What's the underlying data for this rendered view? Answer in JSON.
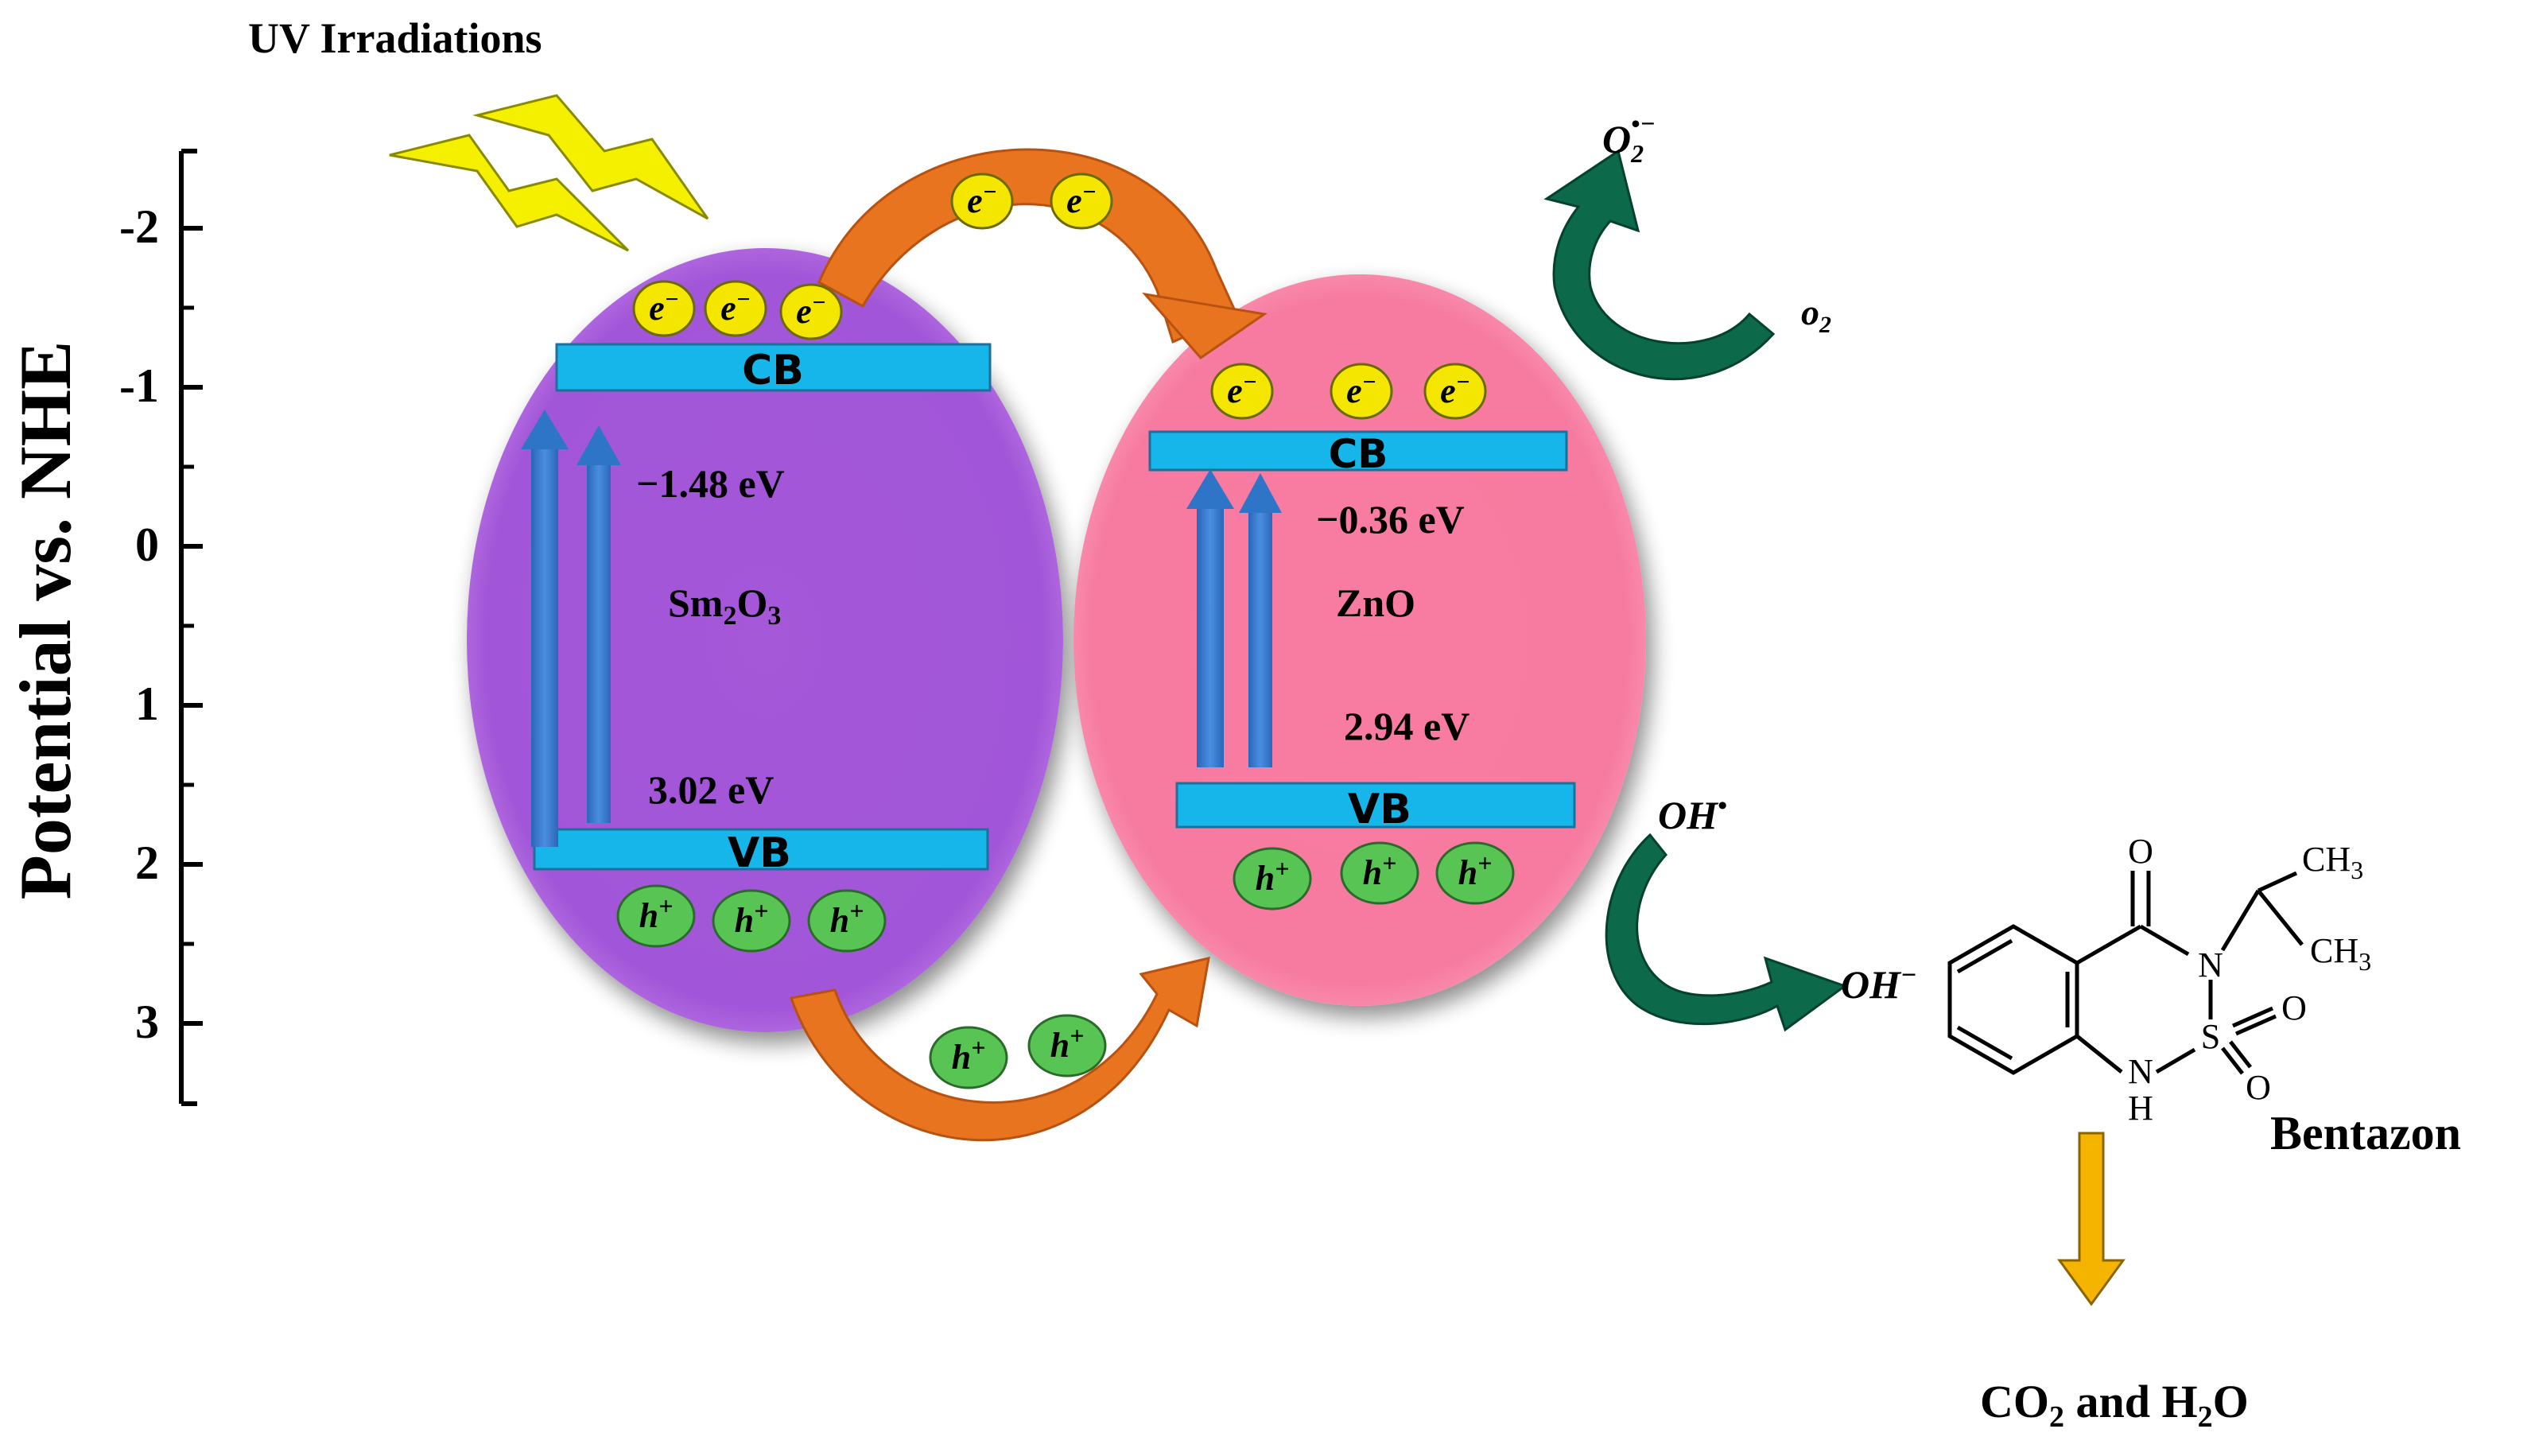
{
  "title": "UV Irradiations",
  "axis": {
    "label": "Potential vs. NHE",
    "ticks": [
      "-2",
      "-1",
      "0",
      "1",
      "2",
      "3"
    ]
  },
  "sm2o3": {
    "name_main": "Sm",
    "name_sub1": "2",
    "name_mid": "O",
    "name_sub2": "3",
    "cb_label": "CB",
    "vb_label": "VB",
    "cb_potential": "−1.48 eV",
    "bandgap": "3.02 eV",
    "fill_color": "#a155d8"
  },
  "zno": {
    "name": "ZnO",
    "cb_label": "CB",
    "vb_label": "VB",
    "cb_potential": "−0.36 eV",
    "bandgap": "2.94 eV",
    "fill_color": "#f77aa0"
  },
  "carriers": {
    "electron_base": "e",
    "electron_sup": "−",
    "hole_base": "h",
    "hole_sup": "+"
  },
  "species": {
    "o2": "o",
    "o2_sub": "2",
    "superoxide": "O",
    "superoxide_sub": "2",
    "superoxide_sup": "•−",
    "oh_radical": "OH",
    "oh_radical_sup": "•",
    "hydroxide": "OH",
    "hydroxide_sup": "−"
  },
  "molecule": {
    "name": "Bentazon",
    "atoms": {
      "o_carbonyl": "O",
      "n_ring": "N",
      "s_atom": "S",
      "o_s1": "O",
      "o_s2": "O",
      "nh_n": "N",
      "nh_h": "H",
      "ch3_top": "CH",
      "ch3_top_sub": "3",
      "ch3_bottom": "CH",
      "ch3_bottom_sub": "3"
    }
  },
  "products": {
    "prefix": "CO",
    "sub1": "2",
    "mid": " and H",
    "sub2": "2",
    "suffix": "O"
  },
  "colors": {
    "band": "#17b6ea",
    "band_stroke": "#1e6f9a",
    "electron": "#f5e600",
    "hole": "#58c454",
    "transfer_arrow": "#e8741f",
    "cycle_arrow": "#0c6a4b",
    "excitation_arrow": "#2e75c8",
    "lightning": "#f4f000",
    "product_arrow": "#f5b400"
  }
}
